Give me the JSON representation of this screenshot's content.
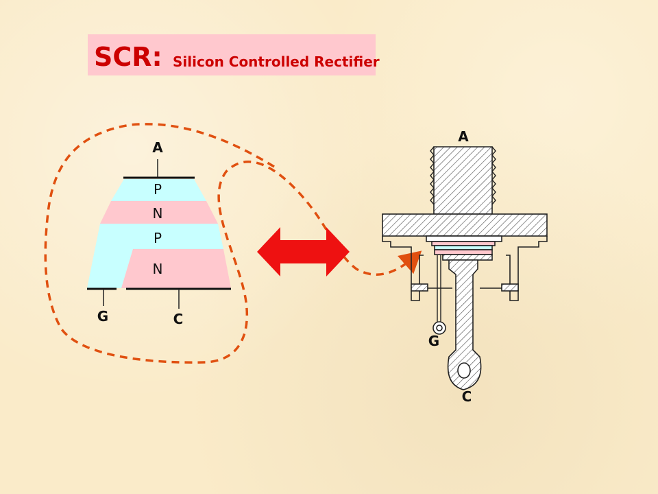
{
  "title": {
    "abbr": "SCR:",
    "full": "Silicon Controlled Rectifier"
  },
  "schematic": {
    "terminals": {
      "anode": "A",
      "gate": "G",
      "cathode": "C"
    },
    "layers": [
      "P",
      "N",
      "P",
      "N"
    ],
    "colors": {
      "p_layer": "#C8FFFF",
      "n_layer": "#FFC8CE"
    }
  },
  "device": {
    "terminals": {
      "anode": "A",
      "gate": "G",
      "cathode": "C"
    }
  },
  "colors": {
    "title_text": "#CC0000",
    "title_box": "#FFC8CE",
    "arrow": "#EE1111",
    "dashed_curve": "#E05010"
  }
}
